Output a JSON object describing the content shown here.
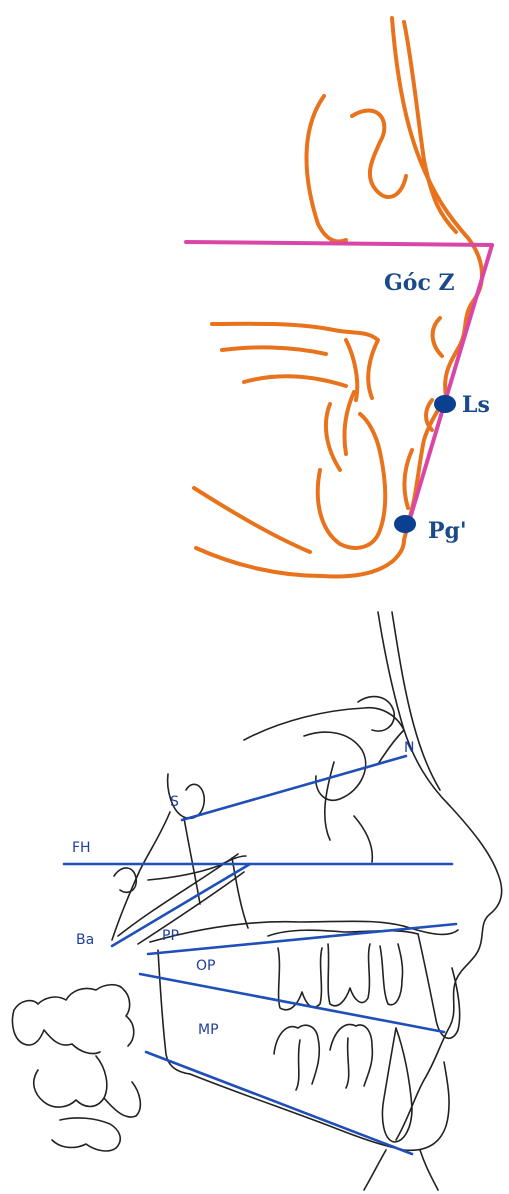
{
  "colors": {
    "profile": "#e8731c",
    "zline": "#d946a8",
    "point": "#0b3f8f",
    "label_top": "#1a4a8a",
    "ceph_line": "#1f4fb8",
    "tracing": "#222222",
    "label_bottom": "#1f3f9c"
  },
  "top_diagram": {
    "angle_label": "Góc Z",
    "points": [
      "Ls",
      "Pg'"
    ]
  },
  "bottom_diagram": {
    "labels": {
      "n": "N",
      "s": "S",
      "fh": "FH",
      "ba": "Ba",
      "pp": "PP",
      "op": "OP",
      "mp": "MP"
    }
  }
}
